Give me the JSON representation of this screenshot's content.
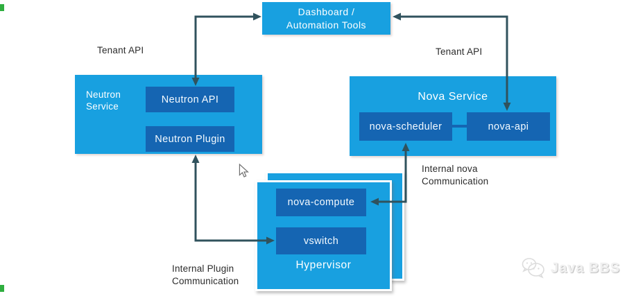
{
  "colors": {
    "accent_blue": "#18A0E0",
    "dark_blue": "#1565B2",
    "arrow": "#30525D",
    "label_text": "#2B2B2B",
    "watermark_gray": "#F0F0F0"
  },
  "dashboard": {
    "line1": "Dashboard /",
    "line2": "Automation Tools"
  },
  "labels": {
    "tenant_api_left": "Tenant API",
    "tenant_api_right": "Tenant API",
    "internal_nova_line1": "Internal nova",
    "internal_nova_line2": "Communication",
    "internal_plugin_line1": "Internal Plugin",
    "internal_plugin_line2": "Communication"
  },
  "neutron": {
    "title_line1": "Neutron",
    "title_line2": "Service",
    "api": "Neutron API",
    "plugin": "Neutron Plugin"
  },
  "nova": {
    "title": "Nova Service",
    "scheduler": "nova-scheduler",
    "api": "nova-api"
  },
  "hypervisor": {
    "label": "Hypervisor",
    "compute": "nova-compute",
    "vswitch": "vswitch"
  },
  "watermark": {
    "text": "Java BBS"
  }
}
